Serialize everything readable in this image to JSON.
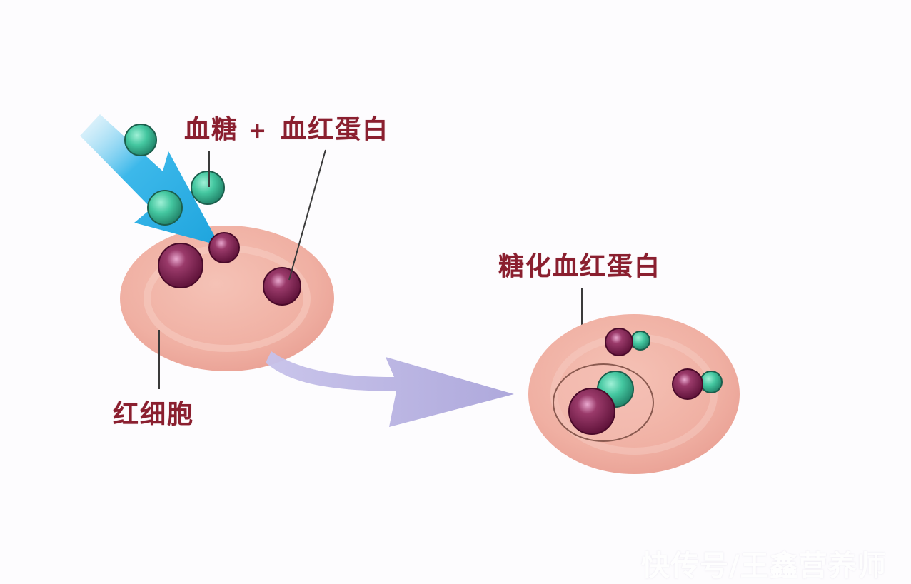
{
  "diagram": {
    "labels": {
      "blood_sugar": "血糖",
      "plus": "+",
      "hemoglobin": "血红蛋白",
      "glycated_hemoglobin": "糖化血红蛋白",
      "red_blood_cell": "红细胞"
    },
    "watermark": "快传号/王鑫营养师",
    "colors": {
      "background": "#fdfcfe",
      "label_text": "#8a1f2f",
      "cell_fill": "#f2b5a8",
      "glucose_molecule": "#3dbf9a",
      "hemoglobin_molecule": "#7a1f4a",
      "input_arrow": "#29aee3",
      "transition_arrow": "#b8b3e0",
      "leader_line": "#3a3a3a"
    },
    "elements": {
      "left_cell": {
        "name": "red-blood-cell-before",
        "glucose_count": 3,
        "hemoglobin_count": 3
      },
      "right_cell": {
        "name": "red-blood-cell-after",
        "glycated_pairs": 3,
        "highlighted_pair": 1
      }
    }
  }
}
